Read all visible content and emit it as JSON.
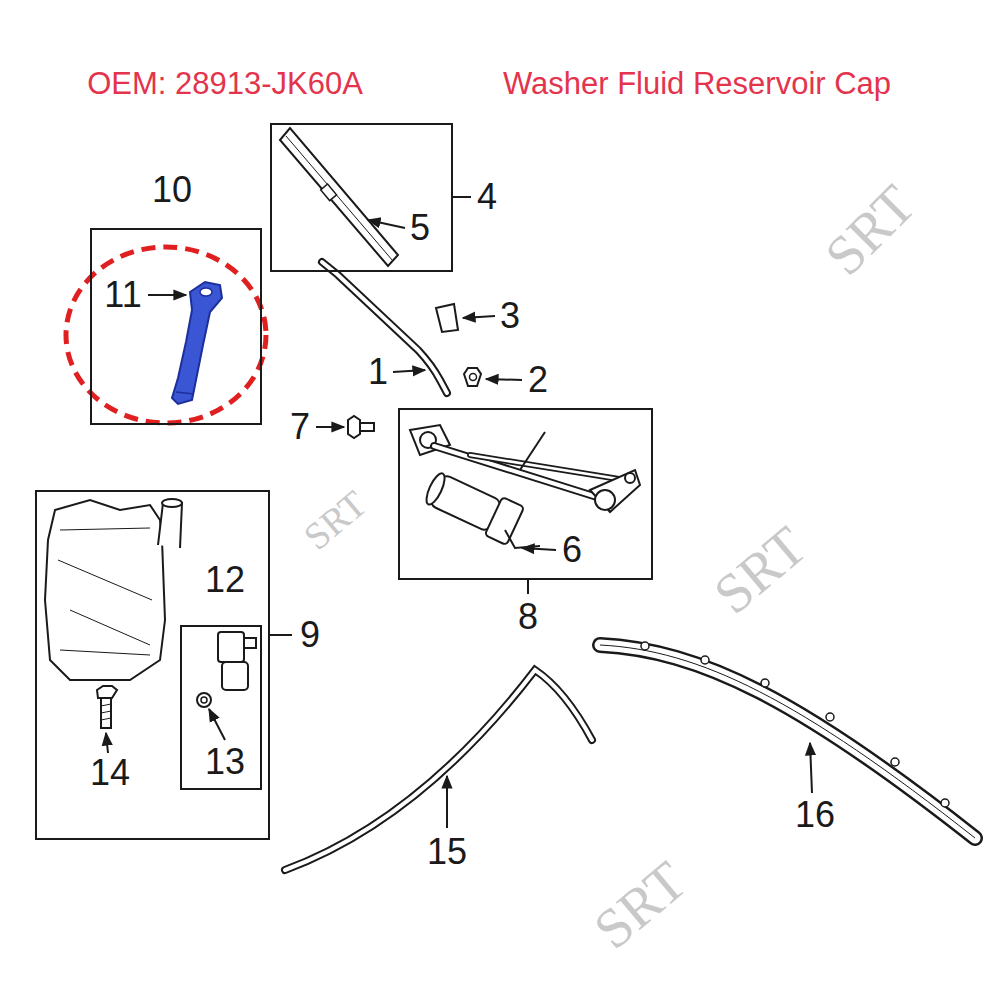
{
  "diagram": {
    "title": "OEM: 28913-JK60A",
    "nodes": [
      {
        "text": [
          "4",
          "5"
        ]
      },
      {
        "text": [
          "10",
          "11"
        ]
      },
      {
        "text": [
          "6",
          "8"
        ]
      },
      {
        "text": [
          "9",
          "14"
        ]
      },
      {
        "text": [
          "12",
          "13"
        ],
        "in": 3
      }
    ],
    "labels": [
      "Washer Fluid Reservoir Cap",
      "3",
      "1",
      "2",
      "7",
      "15",
      "16",
      "SRT",
      "SRT",
      "SRT",
      "SRT"
    ]
  }
}
